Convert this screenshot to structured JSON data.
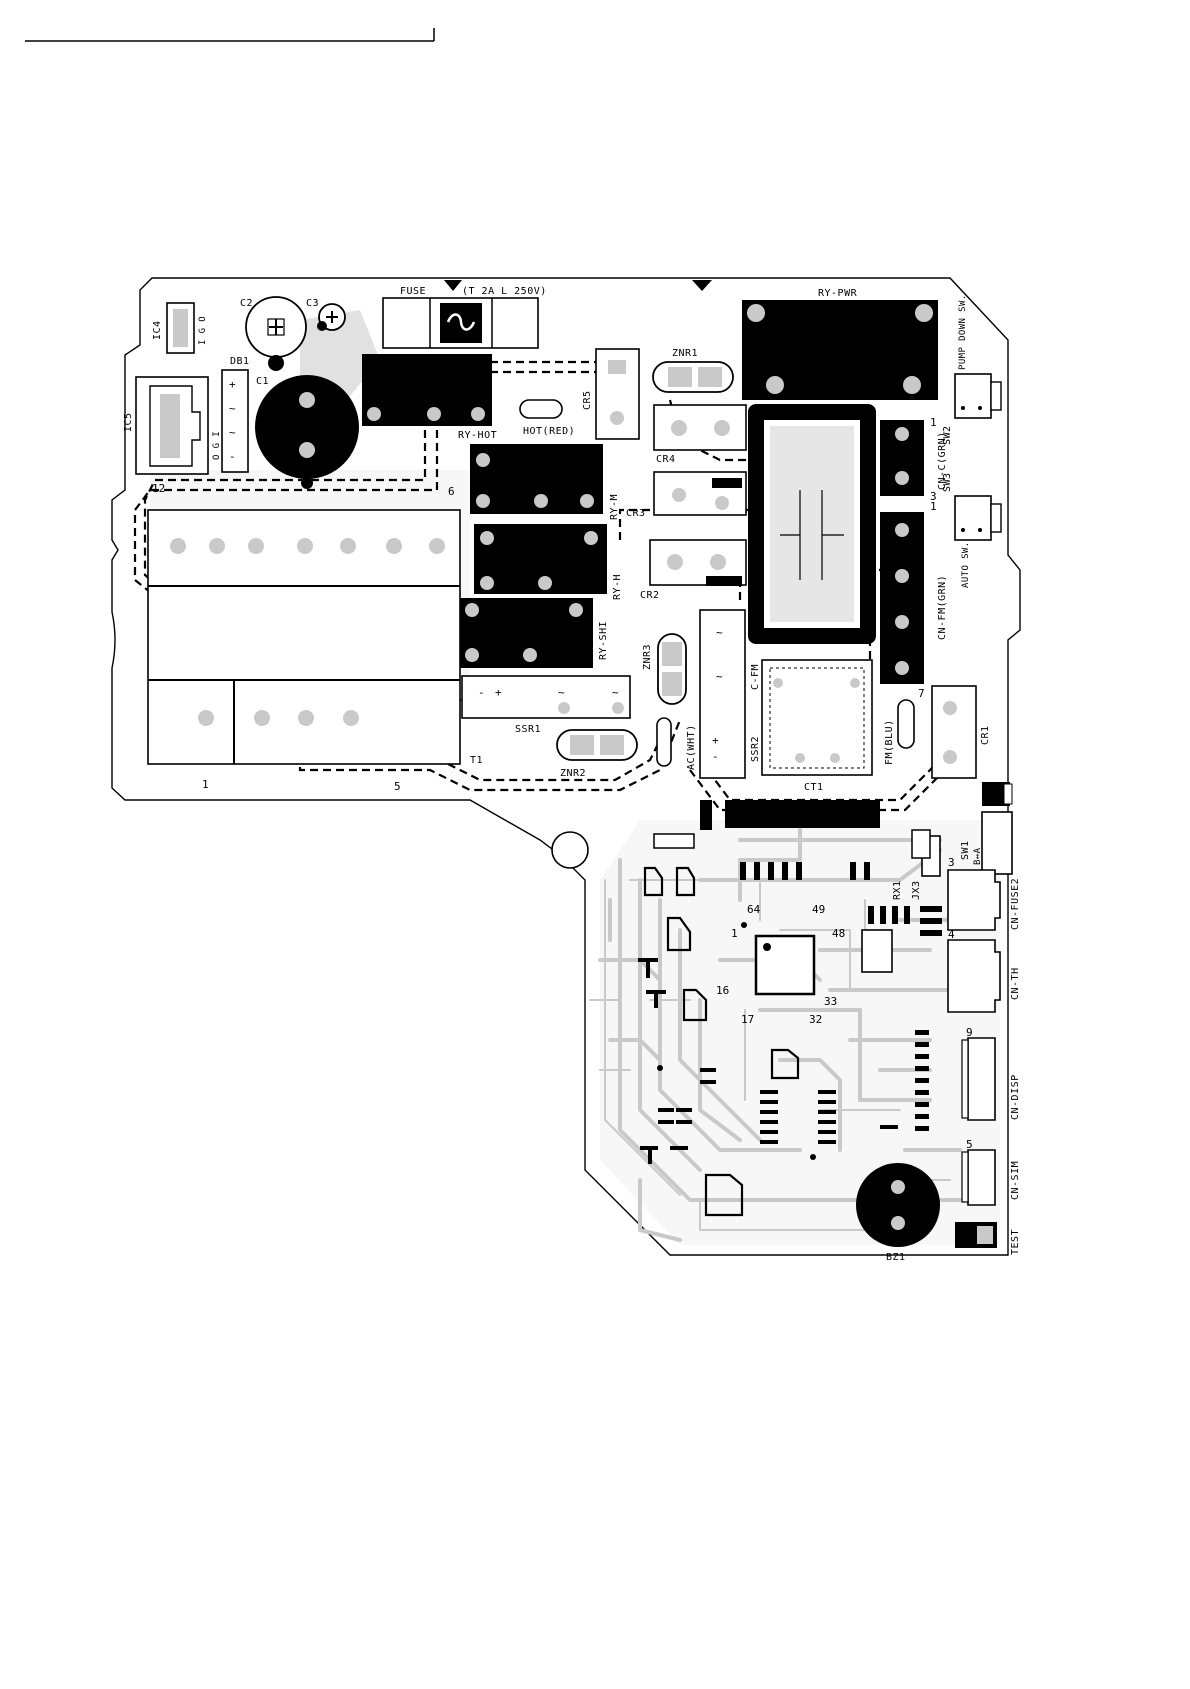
{
  "header": {
    "text": ""
  },
  "board": {
    "labels": {
      "fuse": "FUSE",
      "fuse_rating": "(T 2A L 250V)",
      "ry_pwr": "RY-PWR",
      "ic4": "IC4",
      "ic4_pins": "I G O",
      "c2": "C2",
      "c3": "C3",
      "db1": "DB1",
      "c1": "C1",
      "ic5": "IC5",
      "ic5_pins": "O G I",
      "ry_hot": "RY-HOT",
      "hot_red": "HOT(RED)",
      "cr5": "CR5",
      "znr1": "ZNR1",
      "cr4": "CR4",
      "cr3": "CR3",
      "cr2": "CR2",
      "ry_m": "RY-M",
      "ry_h": "RY-H",
      "ry_shi": "RY-SHI",
      "znr3": "ZNR3",
      "c_fm": "C-FM",
      "ssr1": "SSR1",
      "ssr2": "SSR2",
      "znr2": "ZNR2",
      "ac_wht": "AC(WHT)",
      "t1": "T1",
      "ct1": "CT1",
      "fm_blu": "FM(BLU)",
      "cr1": "CR1",
      "cn_c": "CN-C(GRN)",
      "cn_fm": "CN-FM(GRN)",
      "sw2": "SW2",
      "sw3": "SW3",
      "pump_down": "PUMP DOWN SW.",
      "auto_sw": "AUTO SW.",
      "sw1": "SW1",
      "sw1_ba": "B↔A",
      "rx1": "RX1",
      "jx3": "JX3",
      "cn_fuse2": "CN-FUSE2",
      "cn_th": "CN-TH",
      "cn_disp": "CN-DISP",
      "cn_sim": "CN-SIM",
      "test": "TEST",
      "bz1": "BZ1"
    },
    "pin_numbers": {
      "p12": "12",
      "p6": "6",
      "p1": "1",
      "p5": "5",
      "cnc_1": "1",
      "cnc_3": "3",
      "cnc_1b": "1",
      "cnfm_7": "7",
      "fuse2_3": "3",
      "th_4": "4",
      "disp_9": "9",
      "sim_5": "5",
      "ic_64": "64",
      "ic_49": "49",
      "ic_1": "1",
      "ic_48": "48",
      "ic_16": "16",
      "ic_33": "33",
      "ic_17": "17",
      "ic_32": "32",
      "ssr1_minus": "-",
      "ssr1_plus": "+",
      "ssr1_ac1": "~",
      "ssr1_ac2": "~",
      "ssr2_plus": "+",
      "ssr2_minus": "-",
      "ssr2_ac1": "~",
      "ssr2_ac2": "~",
      "db1_plus": "+",
      "db1_ac1": "~",
      "db1_ac2": "~",
      "db1_minus": "-"
    }
  }
}
